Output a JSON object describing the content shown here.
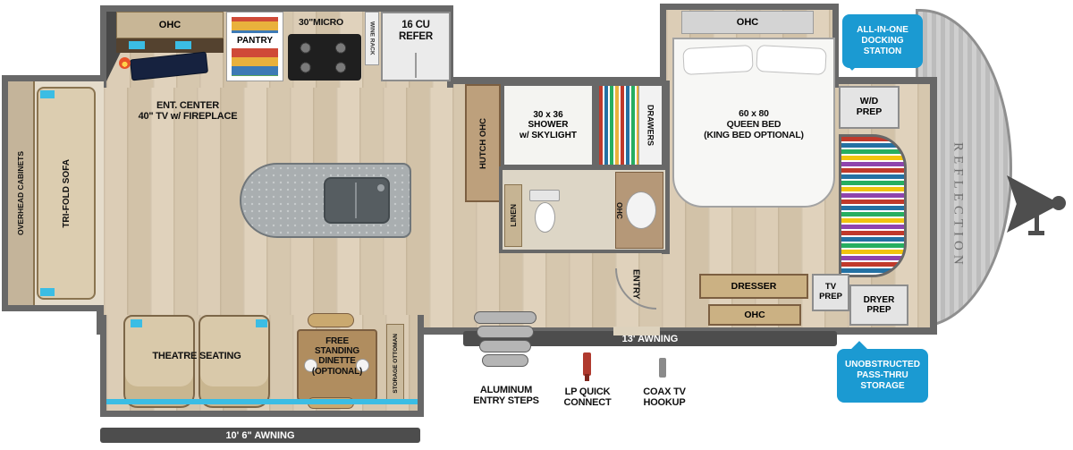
{
  "brand": "REFLECTION",
  "kitchen": {
    "ohc": "OHC",
    "ent_center": "ENT. CENTER\n40\" TV w/ FIREPLACE",
    "pantry": "PANTRY",
    "micro": "30\"MICRO",
    "wine_rack": "WINE RACK",
    "refer": "16 CU\nREFER"
  },
  "living": {
    "overhead_cabinets": "OVERHEAD CABINETS",
    "trifold_sofa": "TRI-FOLD SOFA",
    "theatre": "THEATRE SEATING",
    "dinette": "FREE\nSTANDING\nDINETTE\n(OPTIONAL)",
    "storage_ottoman": "STORAGE OTTOMAN"
  },
  "bath": {
    "hutch": "HUTCH OHC",
    "shower": "30 x 36\nSHOWER\nw/ SKYLIGHT",
    "drawers": "DRAWERS",
    "linen": "LINEN",
    "ohc": "OHC"
  },
  "bedroom": {
    "ohc_top": "OHC",
    "bed": "60 x 80\nQUEEN BED\n(KING BED OPTIONAL)",
    "wd_prep": "W/D\nPREP",
    "dresser": "DRESSER",
    "tv_prep": "TV\nPREP",
    "ohc_lower": "OHC",
    "dryer_prep": "DRYER\nPREP"
  },
  "exterior": {
    "entry": "ENTRY",
    "awning_main": "13' AWNING",
    "awning_rear": "10' 6\" AWNING",
    "steps": "ALUMINUM\nENTRY STEPS",
    "lp": "LP QUICK\nCONNECT",
    "coax": "COAX TV\nHOOKUP"
  },
  "callouts": {
    "docking": "ALL-IN-ONE\nDOCKING\nSTATION",
    "passthru": "UNOBSTRUCTED\nPASS-THRU\nSTORAGE"
  },
  "colors": {
    "callout_blue": "#1b9ad2",
    "accent_cyan": "#3bbde4",
    "wall_gray": "#686868",
    "floor_tan": "#d8c9b0"
  }
}
